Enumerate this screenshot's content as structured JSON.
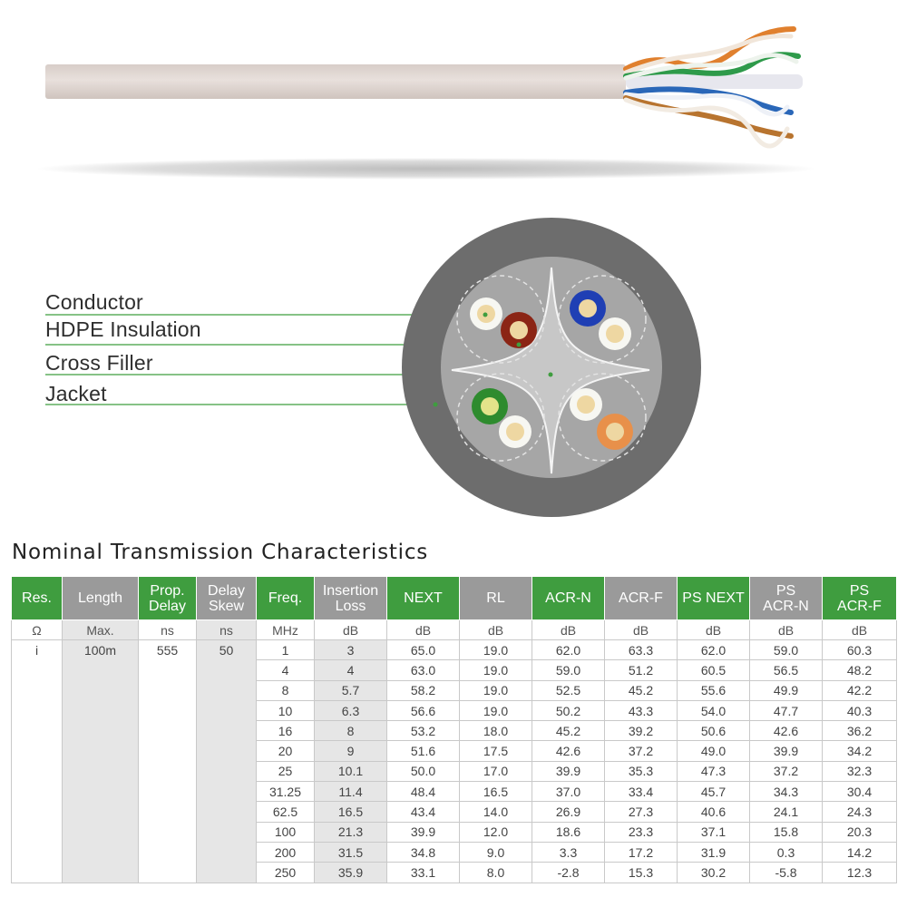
{
  "callouts": {
    "conductor": "Conductor",
    "hdpe": "HDPE Insulation",
    "filler": "Cross Filler",
    "jacket": "Jacket"
  },
  "table": {
    "title": "Nominal Transmission Characteristics",
    "headers": [
      "Res.",
      "Length",
      "Prop.\nDelay",
      "Delay\nSkew",
      "Freq.",
      "Insertion\nLoss",
      "NEXT",
      "RL",
      "ACR-N",
      "ACR-F",
      "PS NEXT",
      "PS\nACR-N",
      "PS\nACR-F"
    ],
    "header_colors": [
      "green",
      "grey",
      "green",
      "grey",
      "green",
      "grey",
      "green",
      "grey",
      "green",
      "grey",
      "green",
      "grey",
      "green"
    ],
    "units": [
      "Ω",
      "Max.",
      "ns",
      "ns",
      "MHz",
      "dB",
      "dB",
      "dB",
      "dB",
      "dB",
      "dB",
      "dB",
      "dB"
    ],
    "fixed_values": [
      "i",
      "100m",
      "555",
      "50"
    ],
    "rows": [
      [
        "1",
        "3",
        "65.0",
        "19.0",
        "62.0",
        "63.3",
        "62.0",
        "59.0",
        "60.3"
      ],
      [
        "4",
        "4",
        "63.0",
        "19.0",
        "59.0",
        "51.2",
        "60.5",
        "56.5",
        "48.2"
      ],
      [
        "8",
        "5.7",
        "58.2",
        "19.0",
        "52.5",
        "45.2",
        "55.6",
        "49.9",
        "42.2"
      ],
      [
        "10",
        "6.3",
        "56.6",
        "19.0",
        "50.2",
        "43.3",
        "54.0",
        "47.7",
        "40.3"
      ],
      [
        "16",
        "8",
        "53.2",
        "18.0",
        "45.2",
        "39.2",
        "50.6",
        "42.6",
        "36.2"
      ],
      [
        "20",
        "9",
        "51.6",
        "17.5",
        "42.6",
        "37.2",
        "49.0",
        "39.9",
        "34.2"
      ],
      [
        "25",
        "10.1",
        "50.0",
        "17.0",
        "39.9",
        "35.3",
        "47.3",
        "37.2",
        "32.3"
      ],
      [
        "31.25",
        "11.4",
        "48.4",
        "16.5",
        "37.0",
        "33.4",
        "45.7",
        "34.3",
        "30.4"
      ],
      [
        "62.5",
        "16.5",
        "43.4",
        "14.0",
        "26.9",
        "27.3",
        "40.6",
        "24.1",
        "24.3"
      ],
      [
        "100",
        "21.3",
        "39.9",
        "12.0",
        "18.6",
        "23.3",
        "37.1",
        "15.8",
        "20.3"
      ],
      [
        "200",
        "31.5",
        "34.8",
        "9.0",
        "3.3",
        "17.2",
        "31.9",
        "0.3",
        "14.2"
      ],
      [
        "250",
        "35.9",
        "33.1",
        "8.0",
        "-2.8",
        "15.3",
        "30.2",
        "-5.8",
        "12.3"
      ]
    ]
  },
  "colors": {
    "header_green": "#3f9d3f",
    "header_grey": "#9a9a9a",
    "jacket": "#e3dad6",
    "pair_blue": "#1f3fb4",
    "pair_orange": "#e8904a",
    "pair_green": "#2e8b2e",
    "pair_brown": "#8b2515"
  }
}
